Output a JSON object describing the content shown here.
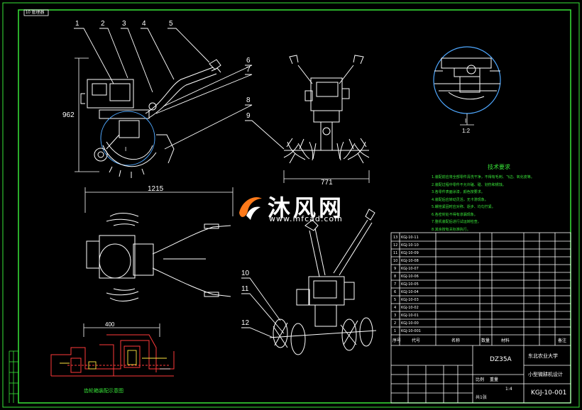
{
  "frame_tag": "10 管理器",
  "balloons": [
    "1",
    "2",
    "3",
    "4",
    "5",
    "6",
    "7",
    "8",
    "9",
    "10",
    "11",
    "12"
  ],
  "dimensions": {
    "height_962": "962",
    "width_771": "771",
    "length_1215": "1215",
    "width_400": "400",
    "detail_scale": "I",
    "detail_scale_ratio": "1:2",
    "section_mark": "I"
  },
  "notes": {
    "title": "技术要求",
    "lines": [
      "1.装配前应将全部零件清洗干净，不得有毛刺、飞边、氧化皮等。",
      "2.装配过程中零件不允许磕、碰、划伤和锈蚀。",
      "3.各零件表面涂漆，颜色按要求。",
      "4.装配后应转动灵活，无卡滞现象。",
      "5.螺栓紧固时应对称、逐步、均匀拧紧。",
      "6.各密封处不得有渗漏现象。",
      "7.整机装配后进行试运转检查。",
      "8.其余按有关标准执行。"
    ]
  },
  "section_caption": "齿轮箱装配示意图",
  "watermark": {
    "brand": "沐风网",
    "url": "www.mfcad.com"
  },
  "title_block": {
    "part_codes": [
      "KGJ-10-11",
      "KGJ-10-10",
      "KGJ-10-09",
      "KGJ-10-08",
      "KGJ-10-07",
      "KGJ-10-06",
      "KGJ-10-05",
      "KGJ-10-04",
      "KGJ-10-03",
      "KGJ-10-02",
      "KGJ-10-01",
      "KGJ-10-00",
      "KGJ-10-001"
    ],
    "row_numbers": [
      "13",
      "12",
      "11",
      "10",
      "9",
      "8",
      "7",
      "6",
      "5",
      "4",
      "3",
      "2",
      "1"
    ],
    "header": [
      "序号",
      "代号",
      "名称",
      "数量",
      "材料",
      "备注"
    ],
    "model": "DZ35A",
    "school": "东北农业大学",
    "design_title": "小型微耕机设计",
    "drawing_no": "KGJ-10-001",
    "scale_label": "比例",
    "scale": "1:4",
    "weight_label": "重量",
    "sheet": "共1张"
  }
}
